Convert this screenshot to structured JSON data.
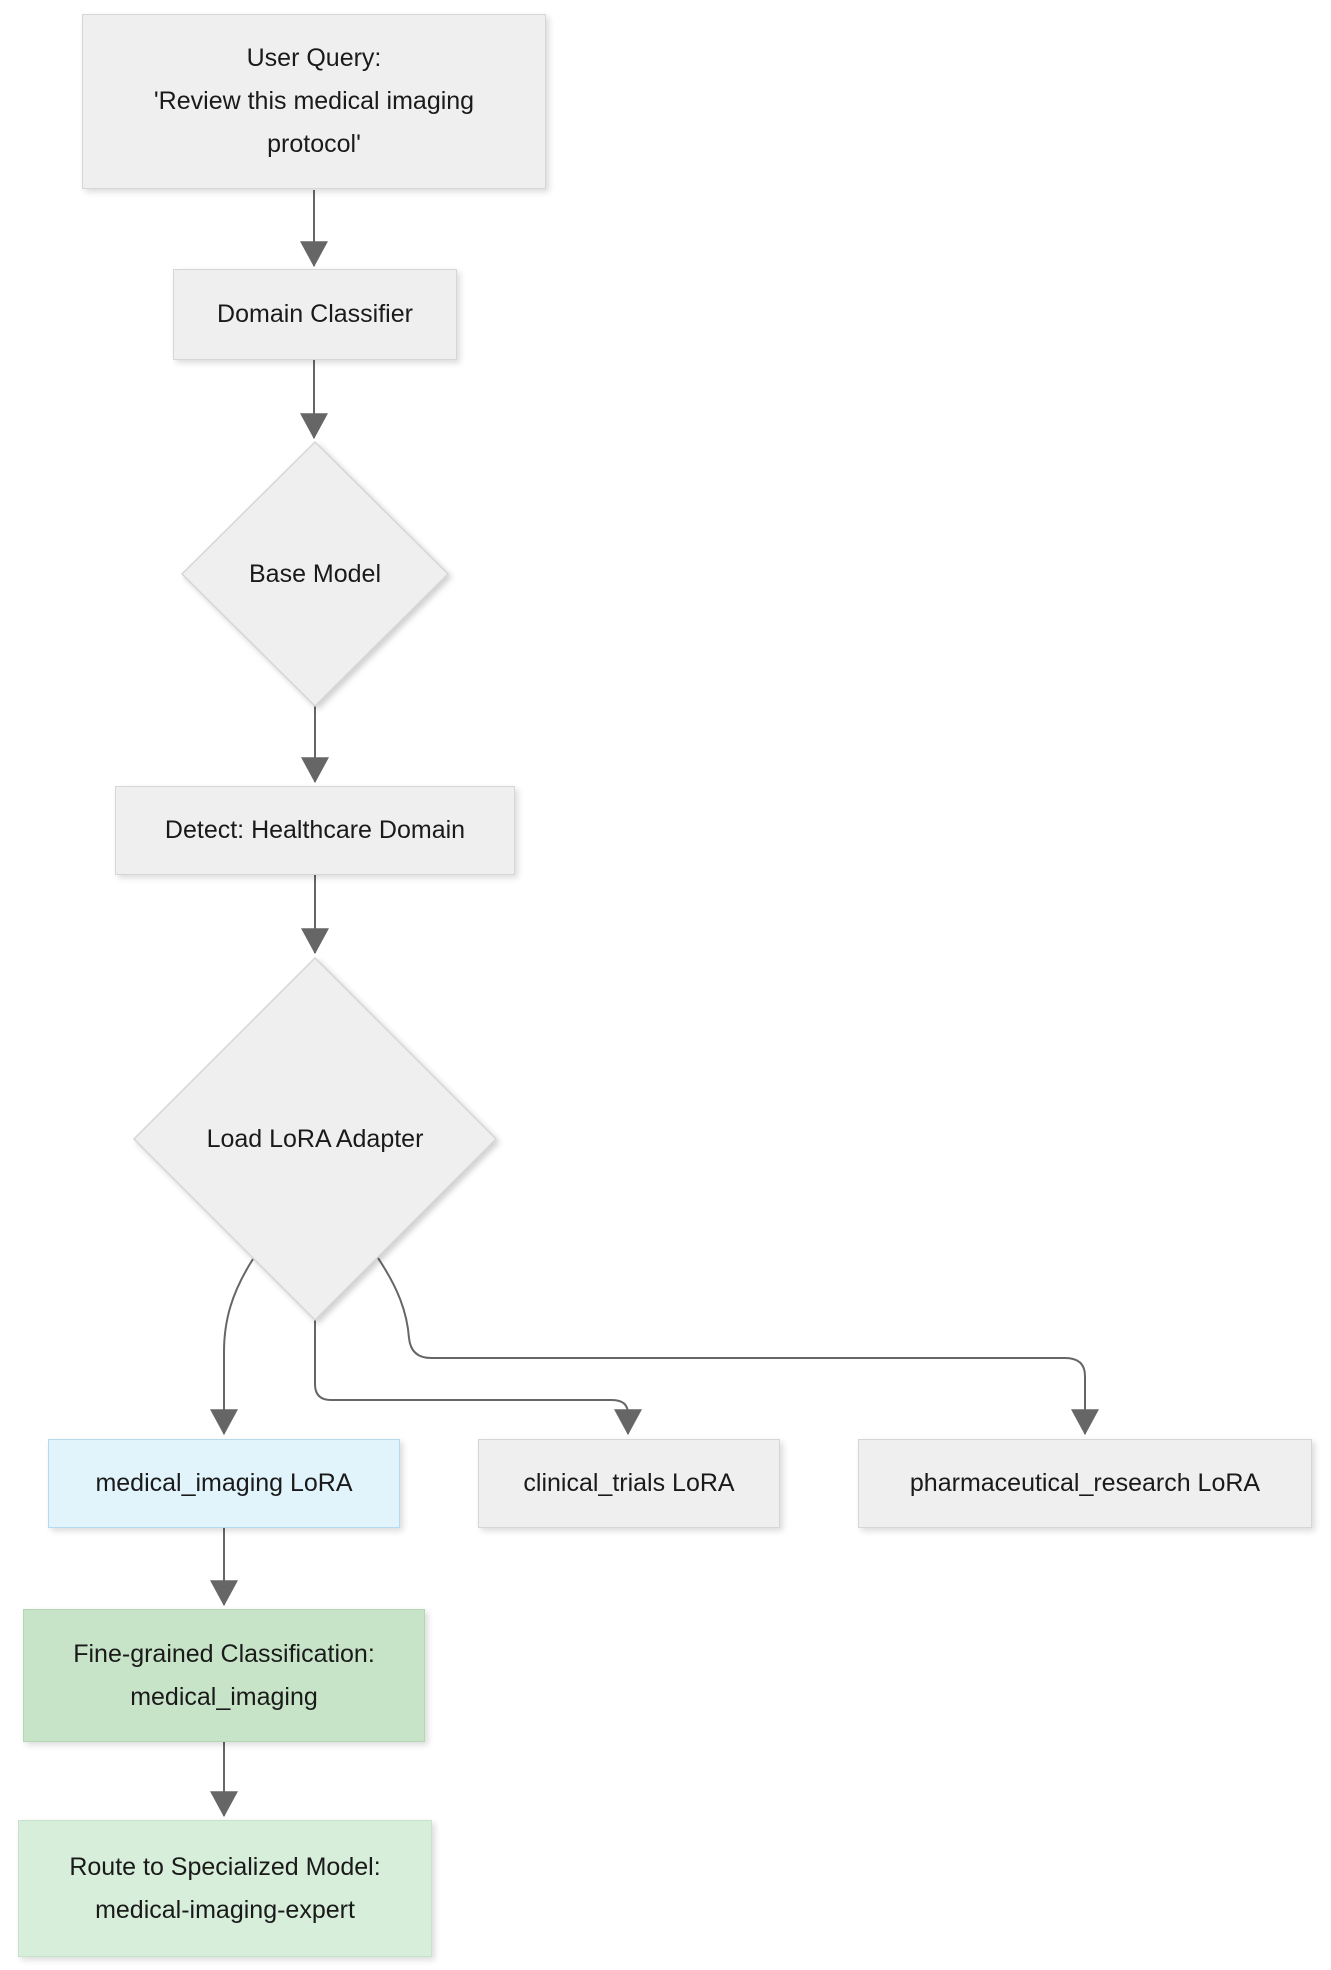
{
  "diagram": {
    "type": "flowchart",
    "direction": "top-down",
    "nodes": {
      "user_query": {
        "shape": "rect",
        "style": "gray",
        "lines": [
          "User Query:",
          "'Review this medical imaging",
          "protocol'"
        ]
      },
      "domain_classifier": {
        "shape": "rect",
        "style": "gray",
        "label": "Domain Classifier"
      },
      "base_model": {
        "shape": "diamond",
        "style": "gray",
        "label": "Base Model"
      },
      "detect_domain": {
        "shape": "rect",
        "style": "gray",
        "label": "Detect: Healthcare Domain"
      },
      "load_lora_adapter": {
        "shape": "diamond",
        "style": "gray",
        "label": "Load LoRA Adapter"
      },
      "medical_imaging_lora": {
        "shape": "rect",
        "style": "blue",
        "label": "medical_imaging LoRA"
      },
      "clinical_trials_lora": {
        "shape": "rect",
        "style": "gray",
        "label": "clinical_trials LoRA"
      },
      "pharmaceutical_research_lora": {
        "shape": "rect",
        "style": "gray",
        "label": "pharmaceutical_research LoRA"
      },
      "fine_grained_classification": {
        "shape": "rect",
        "style": "green_dark",
        "lines": [
          "Fine-grained Classification:",
          "medical_imaging"
        ]
      },
      "route_to_specialized_model": {
        "shape": "rect",
        "style": "green_light",
        "lines": [
          "Route to Specialized Model:",
          "medical-imaging-expert"
        ]
      }
    },
    "edges": [
      {
        "from": "user_query",
        "to": "domain_classifier"
      },
      {
        "from": "domain_classifier",
        "to": "base_model"
      },
      {
        "from": "base_model",
        "to": "detect_domain"
      },
      {
        "from": "detect_domain",
        "to": "load_lora_adapter"
      },
      {
        "from": "load_lora_adapter",
        "to": "medical_imaging_lora"
      },
      {
        "from": "load_lora_adapter",
        "to": "clinical_trials_lora"
      },
      {
        "from": "load_lora_adapter",
        "to": "pharmaceutical_research_lora"
      },
      {
        "from": "medical_imaging_lora",
        "to": "fine_grained_classification"
      },
      {
        "from": "fine_grained_classification",
        "to": "route_to_specialized_model"
      }
    ],
    "colors": {
      "node_fill": "#efefef",
      "node_stroke": "#d6d6d6",
      "blue_fill": "#e1f4fc",
      "blue_stroke": "#b5daf0",
      "green_dark_fill": "#c7e4c8",
      "green_dark_stroke": "#b3d7b5",
      "green_light_fill": "#d7eeda",
      "green_light_stroke": "#c6e4cb",
      "edge_stroke": "#666666",
      "text": "#1a1a1a",
      "background": "#ffffff"
    }
  }
}
